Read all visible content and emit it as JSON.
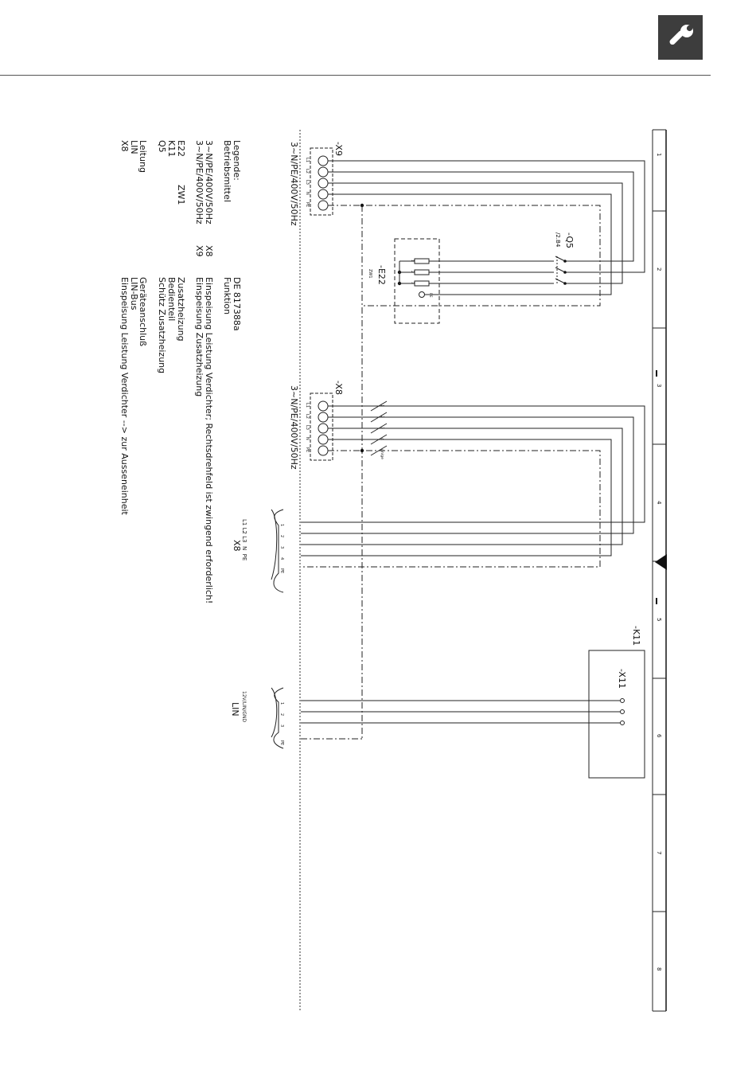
{
  "header": {
    "icon": "wrench-icon",
    "badge_color": "#3d3d3d"
  },
  "legend": {
    "title": "Legende:",
    "columns": [
      "Betriebsmittel",
      "Funktion"
    ],
    "doc_number": "DE 817388a",
    "rows": [
      {
        "code": "3~N/PE/400V/50Hz",
        "ref": "X8",
        "desc": "Einspeisung Leistung Verdichter; Rechtsdrehfeld ist zwingend erforderlich!"
      },
      {
        "code": "3~N/PE/400V/50Hz",
        "ref": "X9",
        "desc": "Einspeisung Zusatzheizung"
      },
      {
        "code": "E22",
        "ref": "ZW1",
        "desc": "Zusatzheizung"
      },
      {
        "code": "K11",
        "ref": "",
        "desc": "Bedienteil"
      },
      {
        "code": "Q5",
        "ref": "",
        "desc": "Schütz Zusatzheizung"
      },
      {
        "code": "Leitung",
        "ref": "",
        "desc": "Geräteanschluß"
      },
      {
        "code": "LIN",
        "ref": "",
        "desc": "LIN-Bus"
      },
      {
        "code": "X8",
        "ref": "",
        "desc": "Einspeisung Leistung Verdichter --> zur Ausseneinheit"
      }
    ]
  },
  "columns_ruler": [
    "1",
    "2",
    "3",
    "4",
    "5",
    "6",
    "7",
    "8"
  ],
  "components": {
    "x9": {
      "tag": "-X9",
      "supply": "3~N/PE/400V/50Hz",
      "terminals": [
        "L1",
        "L2",
        "L3",
        "N",
        "PE"
      ]
    },
    "x8": {
      "tag": "-X8",
      "supply": "3~N/PE/400V/50Hz",
      "terminals": [
        "L1",
        "L2",
        "L3",
        "N",
        "PE"
      ],
      "cable_cores": [
        "1",
        "2",
        "3",
        "4",
        "gn/ge"
      ]
    },
    "q5": {
      "tag": "-Q5",
      "ref": "/2.B4"
    },
    "e22": {
      "tag": "-E22",
      "sub": "ZW1",
      "terminals": [
        "1",
        "2",
        "3",
        "PE"
      ]
    },
    "k11": {
      "tag": "-K11"
    },
    "x11": {
      "tag": "-X11"
    },
    "x8_plug": {
      "tag": "X8",
      "labels": "L1 L2 L3  N  PE",
      "pins": [
        "1",
        "2",
        "3",
        "4",
        "PE"
      ]
    },
    "lin_plug": {
      "tag": "LIN",
      "labels": "12V/LIN/GND",
      "pins": [
        "1",
        "2",
        "3",
        "PE"
      ]
    }
  }
}
